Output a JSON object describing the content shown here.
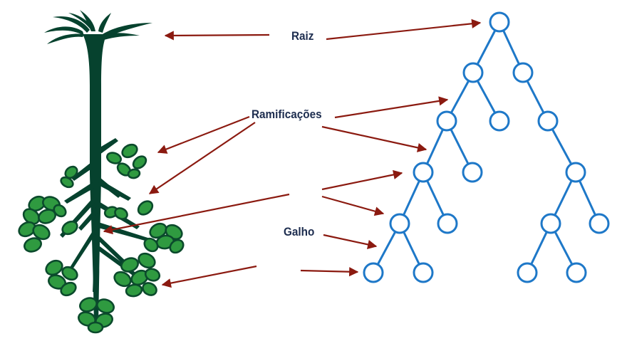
{
  "labels": {
    "root": "Raiz",
    "branches": "Ramificações",
    "twig": "Galho"
  },
  "colors": {
    "arrow": "#8b1a10",
    "tree_stroke": "#1e78c8",
    "tree_node_fill": "#ffffff",
    "plant_trunk": "#06422e",
    "leaf_fill": "#2f9a40",
    "leaf_dark": "#0b4a2c",
    "label_text": "#1d2d4f"
  },
  "tree": {
    "node_count": 17,
    "structure": "binary tree: root, two children, branching down five levels"
  },
  "plant": {
    "icon": "root-system-plant-icon"
  }
}
